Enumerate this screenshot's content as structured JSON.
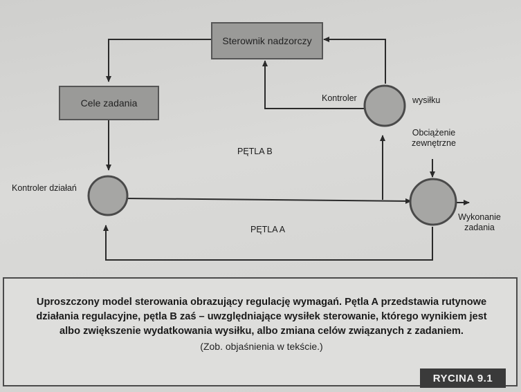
{
  "diagram": {
    "supervisor_label": "Sterownik nadzorczy",
    "goals_label": "Cele zadania",
    "action_controller_label": "Kontroler działań",
    "effort_controller_label_left": "Kontroler",
    "effort_controller_label_right": "wysiłku",
    "external_load_line1": "Obciążenie",
    "external_load_line2": "zewnętrzne",
    "task_performance_line1": "Wykonanie",
    "task_performance_line2": "zadania",
    "loop_b_label": "PĘTLA B",
    "loop_a_label": "PĘTLA A"
  },
  "caption": {
    "line1": "Uproszczony model sterowania obrazujący regulację wymagań. Pętla A przedstawia rutynowe",
    "line2": "działania regulacyjne, pętla B zaś – uwzględniające wysiłek sterowanie, którego wynikiem jest",
    "line3": "albo zwiększenie wydatkowania wysiłku, albo zmiana celów związanych z zadaniem.",
    "note": "(Zob. objaśnienia w tekście.)",
    "figure_tag": "RYCINA 9.1"
  },
  "colors": {
    "box_fill": "#9a9a98",
    "circle_fill": "#a6a6a4",
    "line": "#2a2a2a",
    "tag_bg": "#3a3a3a"
  }
}
